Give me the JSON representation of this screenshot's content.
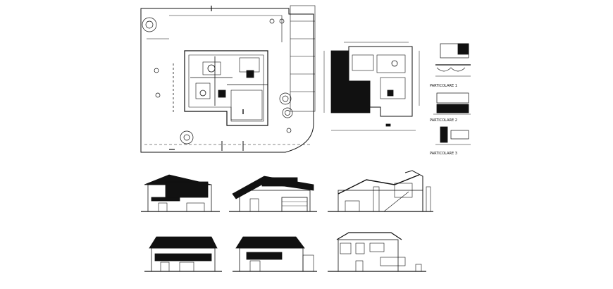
{
  "drawing": {
    "background": "#ffffff",
    "line_color": "#111111",
    "details": [
      {
        "label": "PARTICOLARE 1"
      },
      {
        "label": "PARTICOLARE 2"
      },
      {
        "label": "PARTICOLARE 3"
      }
    ]
  }
}
